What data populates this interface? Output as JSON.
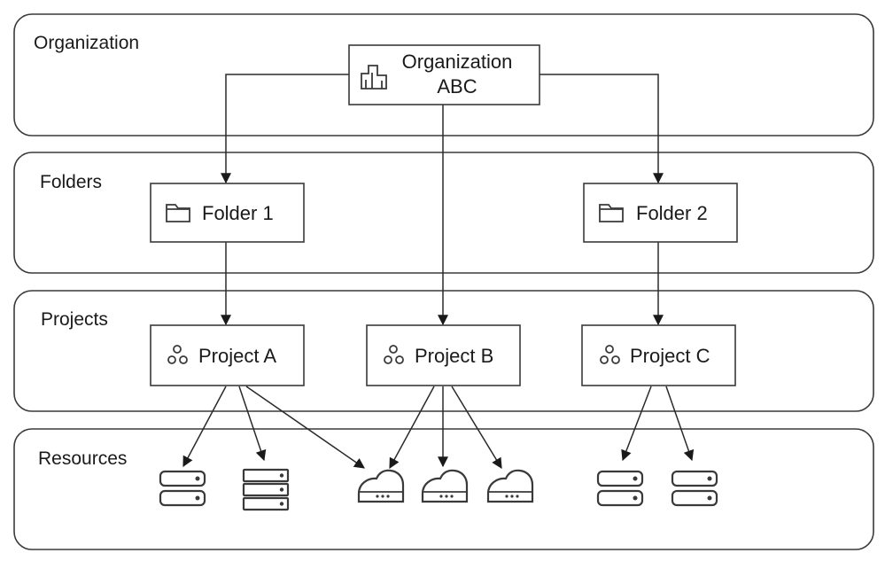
{
  "tiers": {
    "organization": "Organization",
    "folders": "Folders",
    "projects": "Projects",
    "resources": "Resources"
  },
  "nodes": {
    "org": {
      "line1": "Organization",
      "line2": "ABC",
      "icon": "building-icon"
    },
    "folder1": {
      "label": "Folder 1",
      "icon": "folder-icon"
    },
    "folder2": {
      "label": "Folder 2",
      "icon": "folder-icon"
    },
    "projectA": {
      "label": "Project A",
      "icon": "project-icon"
    },
    "projectB": {
      "label": "Project B",
      "icon": "project-icon"
    },
    "projectC": {
      "label": "Project C",
      "icon": "project-icon"
    }
  },
  "resources": [
    {
      "icon": "server-2-icon"
    },
    {
      "icon": "server-3-icon"
    },
    {
      "icon": "cloud-drive-icon"
    },
    {
      "icon": "cloud-drive-icon"
    },
    {
      "icon": "cloud-drive-icon"
    },
    {
      "icon": "server-2-icon"
    },
    {
      "icon": "server-2-icon"
    }
  ],
  "edges": [
    {
      "from": "org",
      "to": "folder1"
    },
    {
      "from": "org",
      "to": "projectB"
    },
    {
      "from": "org",
      "to": "folder2"
    },
    {
      "from": "folder1",
      "to": "projectA"
    },
    {
      "from": "folder2",
      "to": "projectC"
    },
    {
      "from": "projectA",
      "to": "resource-1"
    },
    {
      "from": "projectA",
      "to": "resource-2"
    },
    {
      "from": "projectA",
      "to": "resource-3"
    },
    {
      "from": "projectB",
      "to": "resource-3"
    },
    {
      "from": "projectB",
      "to": "resource-4"
    },
    {
      "from": "projectB",
      "to": "resource-5"
    },
    {
      "from": "projectC",
      "to": "resource-6"
    },
    {
      "from": "projectC",
      "to": "resource-7"
    }
  ]
}
